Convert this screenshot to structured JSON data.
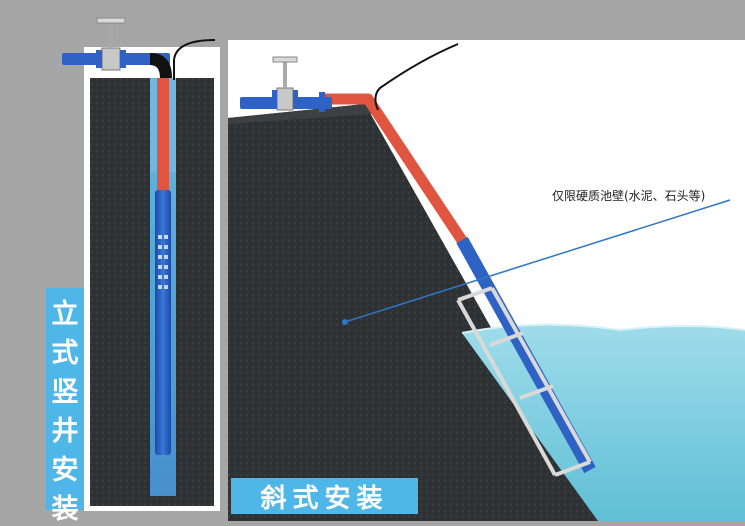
{
  "vertical_label": {
    "chars": [
      "立",
      "式",
      "竖",
      "井",
      "安",
      "装"
    ]
  },
  "incline_label": "斜式安装",
  "wall_callout": "仅限硬质池壁(水泥、石头等)",
  "colors": {
    "background": "#a6a6a6",
    "rock": "#2f3234",
    "pipe_blue": "#2e62c4",
    "pipe_red": "#e0553f",
    "water": "#7fcde0",
    "label_bg": "#4fb7e8"
  }
}
